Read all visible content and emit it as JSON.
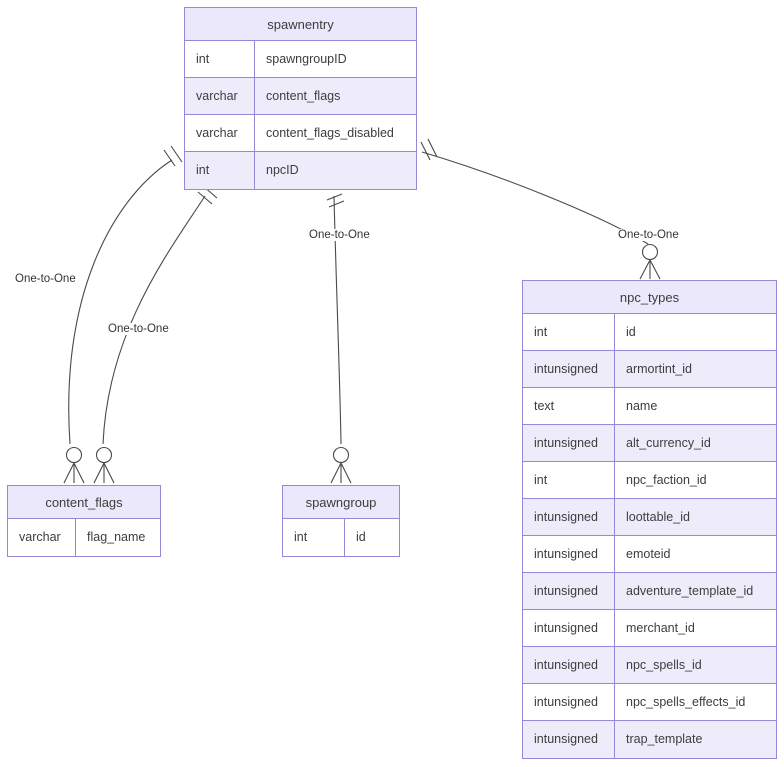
{
  "diagram": {
    "type": "entity-relationship-diagram",
    "background_color": "#ffffff",
    "line_color": "#4a4a4a",
    "table_border_color": "#9a86d9",
    "header_fill_color": "#ebe8fb",
    "row_alt_fill_color": "#eeecfb",
    "text_color": "#333333",
    "tables": [
      {
        "id": "spawnentry",
        "name": "spawnentry",
        "columns": [
          {
            "type": "int",
            "field": "spawngroupID"
          },
          {
            "type": "varchar",
            "field": "content_flags"
          },
          {
            "type": "varchar",
            "field": "content_flags_disabled"
          },
          {
            "type": "int",
            "field": "npcID"
          }
        ]
      },
      {
        "id": "npc_types",
        "name": "npc_types",
        "columns": [
          {
            "type": "int",
            "field": "id"
          },
          {
            "type": "intunsigned",
            "field": "armortint_id"
          },
          {
            "type": "text",
            "field": "name"
          },
          {
            "type": "intunsigned",
            "field": "alt_currency_id"
          },
          {
            "type": "int",
            "field": "npc_faction_id"
          },
          {
            "type": "intunsigned",
            "field": "loottable_id"
          },
          {
            "type": "intunsigned",
            "field": "emoteid"
          },
          {
            "type": "intunsigned",
            "field": "adventure_template_id"
          },
          {
            "type": "intunsigned",
            "field": "merchant_id"
          },
          {
            "type": "intunsigned",
            "field": "npc_spells_id"
          },
          {
            "type": "intunsigned",
            "field": "npc_spells_effects_id"
          },
          {
            "type": "intunsigned",
            "field": "trap_template"
          }
        ]
      },
      {
        "id": "content_flags",
        "name": "content_flags",
        "columns": [
          {
            "type": "varchar",
            "field": "flag_name"
          }
        ]
      },
      {
        "id": "spawngroup",
        "name": "spawngroup",
        "columns": [
          {
            "type": "int",
            "field": "id"
          }
        ]
      }
    ],
    "relationships": [
      {
        "id": "rel-0",
        "label": "One-to-One",
        "from": "spawnentry",
        "to": "content_flags",
        "from_cardinality": "one-and-only-one",
        "to_cardinality": "zero-or-many"
      },
      {
        "id": "rel-1",
        "label": "One-to-One",
        "from": "spawnentry",
        "to": "content_flags",
        "from_cardinality": "one-and-only-one",
        "to_cardinality": "zero-or-many"
      },
      {
        "id": "rel-2",
        "label": "One-to-One",
        "from": "spawnentry",
        "to": "spawngroup",
        "from_cardinality": "one-and-only-one",
        "to_cardinality": "zero-or-many"
      },
      {
        "id": "rel-3",
        "label": "One-to-One",
        "from": "spawnentry",
        "to": "npc_types",
        "from_cardinality": "one-and-only-one",
        "to_cardinality": "zero-or-many"
      }
    ]
  }
}
